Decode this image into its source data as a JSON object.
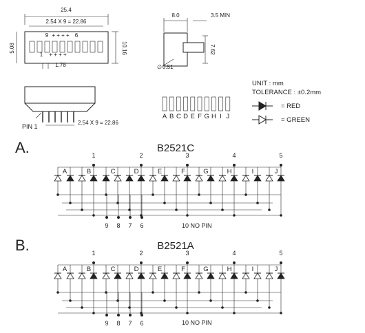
{
  "drawing": {
    "top_view": {
      "overall_width": "25.4",
      "pitch_dim": "2.54 X 9 = 22.86",
      "height": "10.16",
      "half_height": "5.08",
      "pin_pitch": "1.78",
      "pin9": "9",
      "pin6": "6",
      "pin1": "1",
      "dots_top": "+ + + +",
      "dots_bottom": "+ + + +"
    },
    "side_view": {
      "depth": "8.0",
      "lead_length": "3.5 MIN",
      "lead_height": "7.62",
      "lead_dia": "0.51",
      "dia_symbol": "∅"
    },
    "front_view": {
      "pin1": "PIN 1",
      "pitch_dim": "2.54 X 9 = 22.86"
    },
    "segments": [
      "A",
      "B",
      "C",
      "D",
      "E",
      "F",
      "G",
      "H",
      "I",
      "J"
    ],
    "notes": {
      "unit": "UNIT : mm",
      "tolerance": "TOLERANCE : ±0.2mm",
      "red": "= RED",
      "green": "= GREEN"
    }
  },
  "schematics": [
    {
      "section": "A.",
      "part": "B2521C",
      "led_letters": [
        "A",
        "B",
        "C",
        "D",
        "E",
        "F",
        "G",
        "H",
        "I",
        "J"
      ],
      "colors": [
        "green",
        "red",
        "green",
        "red",
        "red",
        "green",
        "red",
        "red",
        "green",
        "red",
        "green",
        "red",
        "green",
        "red",
        "green",
        "red",
        "green",
        "red",
        "green",
        "red"
      ],
      "anode_pins": [
        "1",
        "2",
        "3",
        "4",
        "5"
      ],
      "cathode_pins": [
        "9",
        "8",
        "7",
        "6"
      ],
      "no_pin": "10  NO  PIN"
    },
    {
      "section": "B.",
      "part": "B2521A",
      "led_letters": [
        "A",
        "B",
        "C",
        "D",
        "E",
        "F",
        "G",
        "H",
        "I",
        "J"
      ],
      "colors": [
        "green",
        "green",
        "green",
        "red",
        "green",
        "red",
        "green",
        "red",
        "green",
        "red",
        "green",
        "red",
        "green",
        "red",
        "green",
        "red",
        "green",
        "green",
        "green",
        "red"
      ],
      "anode_pins": [
        "1",
        "2",
        "3",
        "4",
        "5"
      ],
      "cathode_pins": [
        "9",
        "8",
        "7",
        "6"
      ],
      "no_pin": "10  NO  PIN"
    }
  ]
}
